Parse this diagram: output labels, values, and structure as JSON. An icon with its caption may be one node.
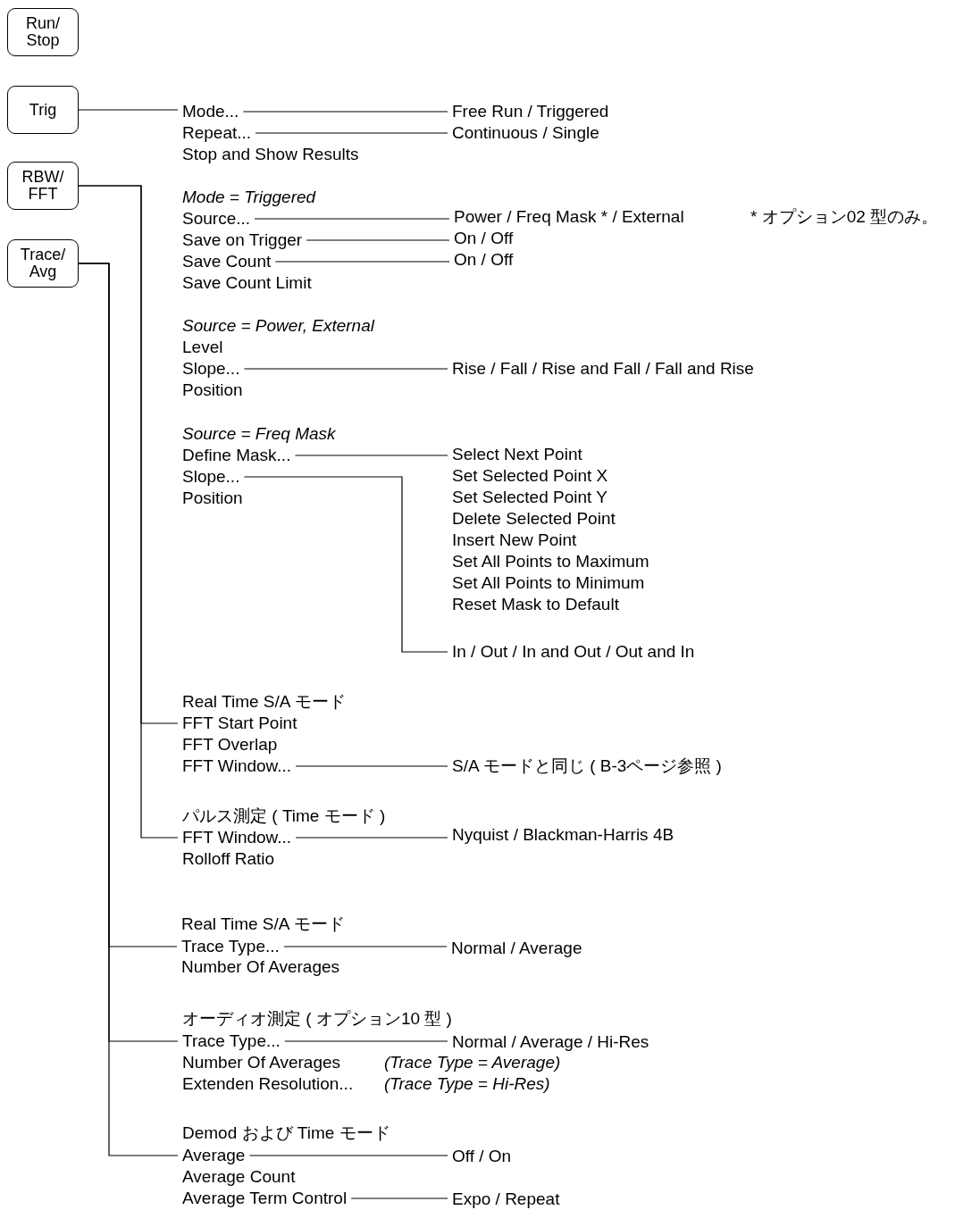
{
  "diagram": {
    "nodes": [
      {
        "text": [
          "Run/ Stop"
        ]
      },
      {
        "text": [
          "Trig"
        ]
      },
      {
        "text": [
          "RBW/ FFT"
        ]
      },
      {
        "text": [
          "Trace/ Avg"
        ]
      },
      {
        "text": [
          "Mode..."
        ]
      },
      {
        "text": [
          "Repeat..."
        ]
      },
      {
        "text": [
          "Free Run / Triggered"
        ]
      },
      {
        "text": [
          "Continuous / Single"
        ]
      },
      {
        "text": [
          "Source..."
        ]
      },
      {
        "text": [
          "Power / Freq Mask * / External"
        ]
      },
      {
        "text": [
          "Save on Trigger"
        ]
      },
      {
        "text": [
          "On / Off"
        ]
      },
      {
        "text": [
          "Save Count"
        ]
      },
      {
        "text": [
          "On / Off"
        ]
      },
      {
        "text": [
          "Slope..."
        ]
      },
      {
        "text": [
          "Rise / Fall / Rise and Fall / Fall and Rise"
        ]
      },
      {
        "text": [
          "Define Mask..."
        ]
      },
      {
        "text": [
          "Select Next Point"
        ]
      },
      {
        "text": [
          "Slope..."
        ]
      },
      {
        "text": [
          "In / Out / In and Out / Out and In"
        ]
      },
      {
        "text": [
          "FFT Start Point"
        ]
      },
      {
        "text": [
          "FFT Window..."
        ]
      },
      {
        "text": [
          "S/A モードと同じ ( B-3ページ参照 )"
        ]
      },
      {
        "text": [
          "FFT Window..."
        ]
      },
      {
        "text": [
          "Nyquist / Blackman-Harris 4B"
        ]
      },
      {
        "text": [
          "Trace Type..."
        ]
      },
      {
        "text": [
          "Normal / Average"
        ]
      },
      {
        "text": [
          "Trace Type..."
        ]
      },
      {
        "text": [
          "Normal / Average / Hi-Res"
        ]
      },
      {
        "text": [
          "Average"
        ]
      },
      {
        "text": [
          "Off / On"
        ]
      },
      {
        "text": [
          "Average Term Control"
        ]
      },
      {
        "text": [
          "Expo / Repeat"
        ]
      }
    ],
    "edges": [
      {
        "from": 1,
        "to": 4,
        "arrow": "none"
      },
      {
        "from": 4,
        "to": 6,
        "arrow": "none"
      },
      {
        "from": 5,
        "to": 7,
        "arrow": "none"
      },
      {
        "from": 8,
        "to": 9,
        "arrow": "none"
      },
      {
        "from": 10,
        "to": 11,
        "arrow": "none"
      },
      {
        "from": 12,
        "to": 13,
        "arrow": "none"
      },
      {
        "from": 14,
        "to": 15,
        "arrow": "none"
      },
      {
        "from": 16,
        "to": 17,
        "arrow": "none"
      },
      {
        "from": 18,
        "to": 19,
        "arrow": "none"
      },
      {
        "from": 2,
        "to": 20,
        "arrow": "none"
      },
      {
        "from": 2,
        "to": 23,
        "arrow": "none"
      },
      {
        "from": 21,
        "to": 22,
        "arrow": "none"
      },
      {
        "from": 23,
        "to": 24,
        "arrow": "none"
      },
      {
        "from": 3,
        "to": 25,
        "arrow": "none"
      },
      {
        "from": 3,
        "to": 27,
        "arrow": "none"
      },
      {
        "from": 3,
        "to": 29,
        "arrow": "none"
      },
      {
        "from": 25,
        "to": 26,
        "arrow": "none"
      },
      {
        "from": 27,
        "to": 28,
        "arrow": "none"
      },
      {
        "from": 29,
        "to": 30,
        "arrow": "none"
      },
      {
        "from": 31,
        "to": 32,
        "arrow": "none"
      }
    ],
    "labels": [
      "Stop and Show Results",
      "Mode = Triggered",
      "* オプション02 型のみ。",
      "Save Count Limit",
      "Source = Power, External",
      "Level",
      "Position",
      "Source = Freq Mask",
      "Position",
      "Set Selected Point X",
      "Set Selected Point Y",
      "Delete Selected Point",
      "Insert New Point",
      "Set All Points to Maximum",
      "Set All Points to Minimum",
      "Reset Mask to Default",
      "Real Time S/A モード",
      "FFT Overlap",
      "パルス測定 ( Time モード )",
      "Rolloff Ratio",
      "Real Time S/A モード",
      "Number Of Averages",
      "オーディオ測定 ( オプション10 型 )",
      "Number Of Averages",
      "(Trace Type = Average)",
      "Extenden Resolution...",
      "(Trace Type = Hi-Res)",
      "Demod および Time モード",
      "Average Count"
    ]
  }
}
